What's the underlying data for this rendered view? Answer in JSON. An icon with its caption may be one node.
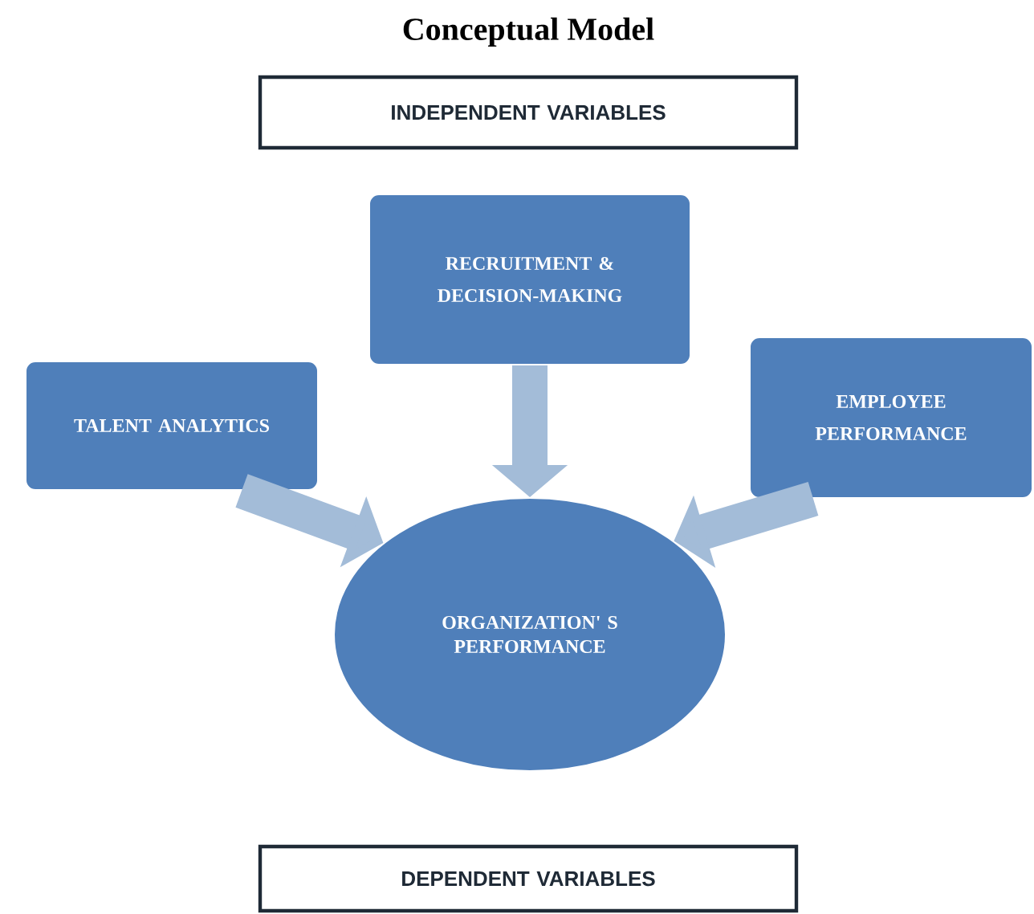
{
  "diagram": {
    "title": "Conceptual Model",
    "nodes": [
      {
        "text": [
          "INDEPENDENT VARIABLES"
        ]
      },
      {
        "text": [
          "RECRUITMENT & DECISION-MAKING"
        ]
      },
      {
        "text": [
          "TALENT ANALYTICS"
        ]
      },
      {
        "text": [
          "EMPLOYEE PERFORMANCE"
        ]
      },
      {
        "text": [
          "ORGANIZATION' S PERFORMANCE"
        ]
      },
      {
        "text": [
          "DEPENDENT VARIABLES"
        ]
      }
    ],
    "edges": [
      {
        "from": 1,
        "to": 4,
        "arrow": "to"
      },
      {
        "from": 2,
        "to": 4,
        "arrow": "to"
      },
      {
        "from": 3,
        "to": 4,
        "arrow": "to"
      }
    ]
  }
}
